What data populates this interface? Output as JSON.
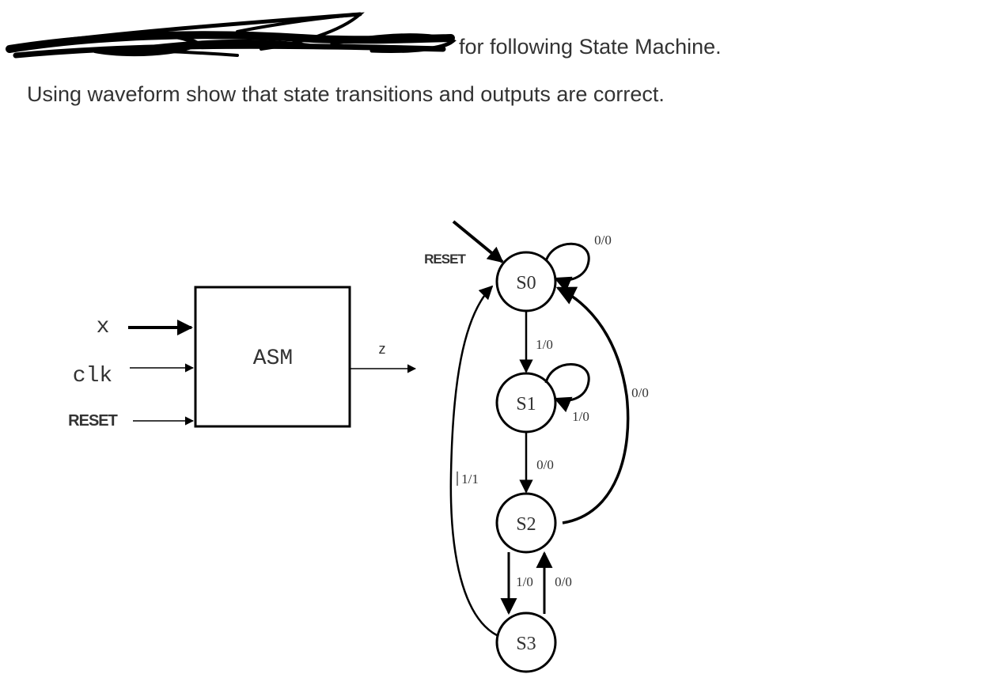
{
  "instructions": {
    "line1_visible": "for following State Machine.",
    "line2": "Using waveform show that state transitions and outputs are correct."
  },
  "block": {
    "name": "ASM",
    "inputs": [
      "x",
      "clk",
      "RESET"
    ],
    "output": "z"
  },
  "fsm": {
    "reset_label": "RESET",
    "states": [
      "S0",
      "S1",
      "S2",
      "S3"
    ],
    "transitions": [
      {
        "from": "S0",
        "to": "S0",
        "label": "0/0"
      },
      {
        "from": "S0",
        "to": "S1",
        "label": "1/0"
      },
      {
        "from": "S1",
        "to": "S1",
        "label": "1/0"
      },
      {
        "from": "S1",
        "to": "S2",
        "label": "0/0"
      },
      {
        "from": "S2",
        "to": "S0",
        "label": "0/0"
      },
      {
        "from": "S2",
        "to": "S3",
        "label": "1/0"
      },
      {
        "from": "S3",
        "to": "S2",
        "label": "0/0"
      },
      {
        "from": "S3",
        "to": "S0",
        "label": "1/1"
      }
    ]
  },
  "colors": {
    "text": "#333333",
    "ink": "#000000",
    "scribble": "#000000"
  }
}
